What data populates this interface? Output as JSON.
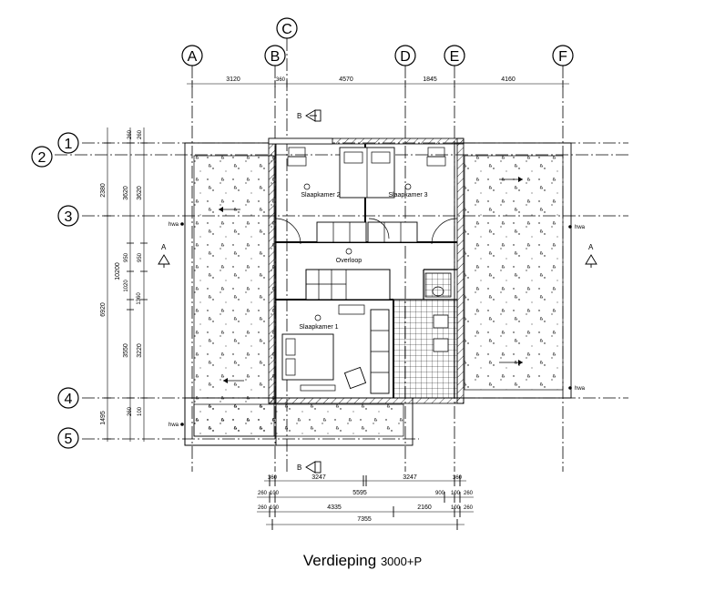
{
  "grid": {
    "columns": [
      "A",
      "B",
      "C",
      "D",
      "E",
      "F"
    ],
    "rows": [
      "1",
      "2",
      "3",
      "4",
      "5"
    ]
  },
  "dimensions": {
    "top": [
      "3120",
      "360",
      "4570",
      "1845",
      "4160"
    ],
    "left_outer": [
      "2380",
      "10200",
      "6920",
      "1495"
    ],
    "left_middle": [
      "3620",
      "950",
      "1020",
      "1360",
      "3550"
    ],
    "left_inner": [
      "260",
      "3620",
      "950",
      "3220",
      "260"
    ],
    "left_small": [
      "260",
      "100"
    ],
    "bottom_row1": [
      "360",
      "3247",
      "3247",
      "360"
    ],
    "bottom_row2": [
      "260",
      "100",
      "5595",
      "900",
      "100",
      "260"
    ],
    "bottom_row3": [
      "260",
      "100",
      "4335",
      "2160",
      "100",
      "260"
    ],
    "bottom_total": "7355"
  },
  "rooms": {
    "bedroom_2": "Slaapkamer 2",
    "bedroom_3": "Slaapkamer 3",
    "landing": "Overloop",
    "bedroom_1": "Slaapkamer 1"
  },
  "tags": {
    "hwa": "hwa",
    "section_a": "A",
    "section_b": "B"
  },
  "title": {
    "main": "Verdieping",
    "sub": "3000+P"
  }
}
